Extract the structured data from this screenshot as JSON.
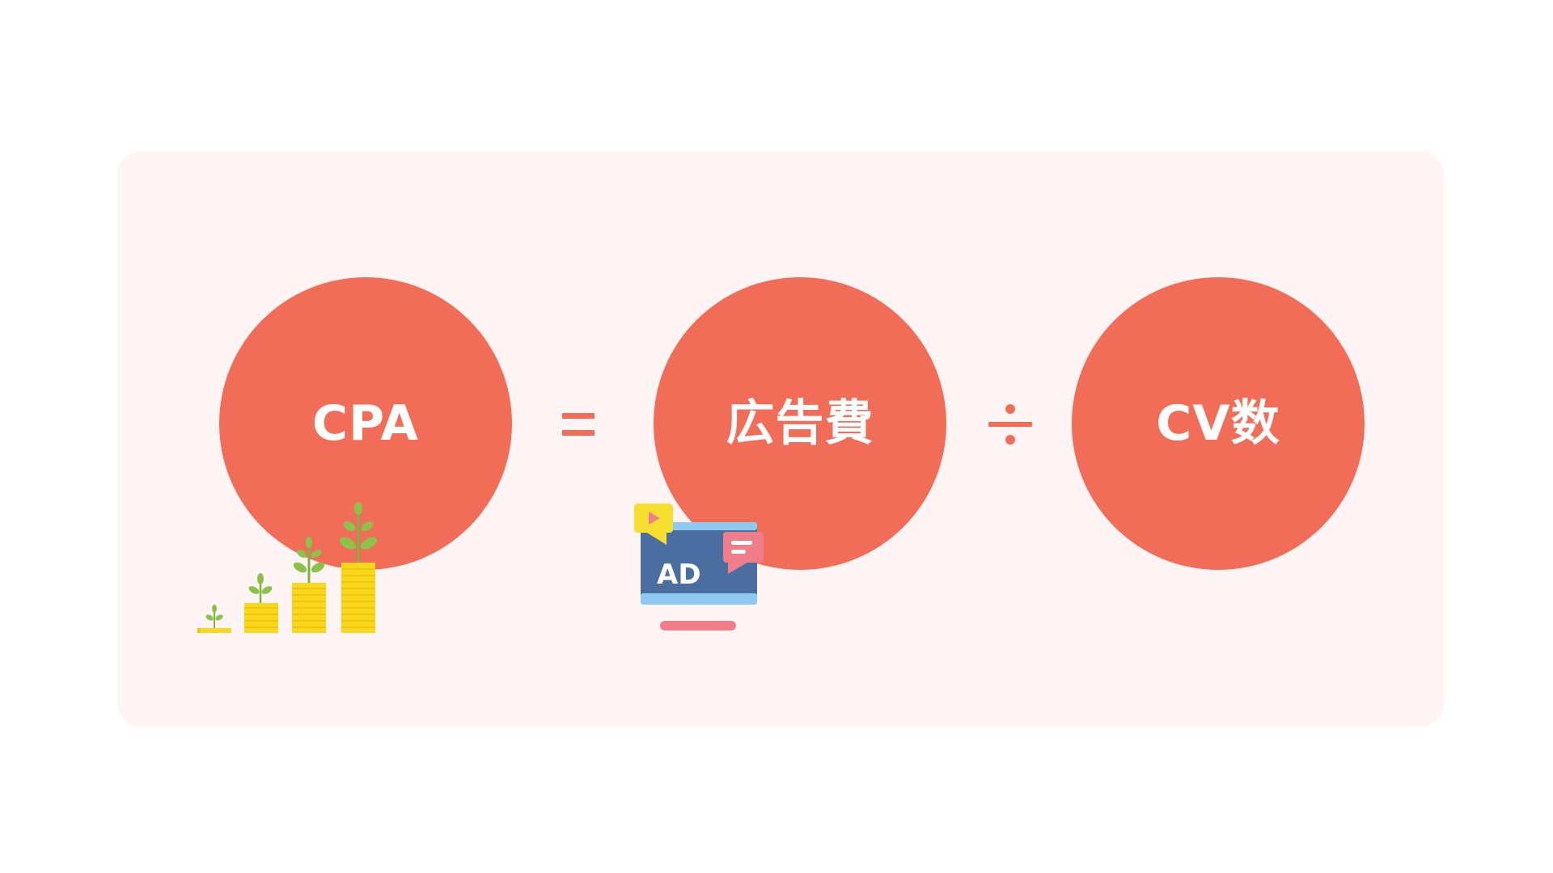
{
  "formula": {
    "result": "CPA",
    "operand1": "広告費",
    "operand2": "CV数"
  },
  "illustrations": {
    "coins_icon": "coin-stacks-with-sprouts-icon",
    "ad_icon": "ad-monitor-icon",
    "ad_text": "AD"
  },
  "colors": {
    "panel": "#fef4f3",
    "circle": "#f26d58",
    "label": "#ffffff",
    "coin": "#f9d71c",
    "leaf": "#7cb342",
    "monitor": "#4a6ea0",
    "accent_pink": "#ef7d8a",
    "accent_yellow": "#f7df2f",
    "screen_light": "#8fc9f2"
  }
}
